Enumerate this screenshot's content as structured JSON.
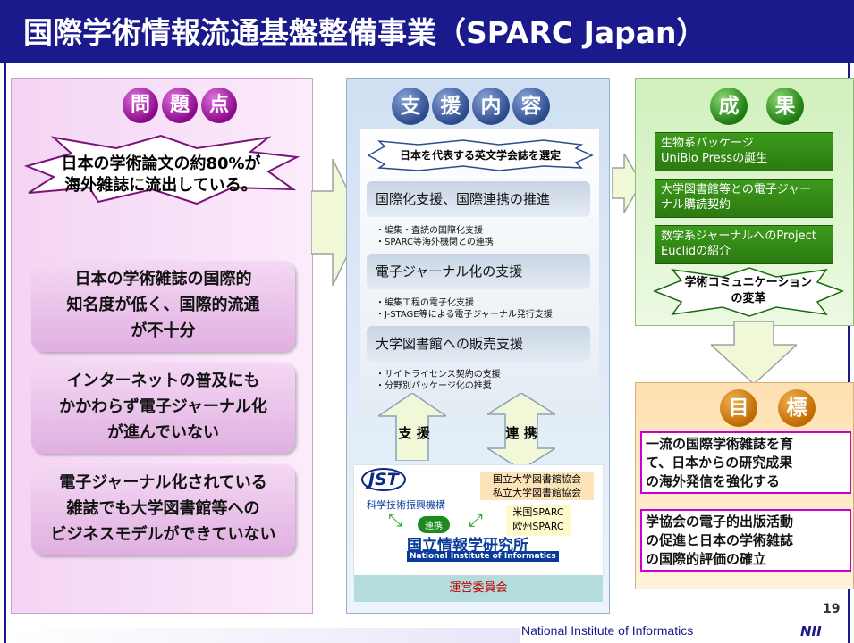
{
  "title": "国際学術情報流通基盤整備事業（SPARC Japan）",
  "problems": {
    "heading": [
      "問",
      "題",
      "点"
    ],
    "star_lines": [
      "日本の学術論文の約80%が",
      "海外雑誌に流出している。"
    ],
    "boxes": [
      [
        "日本の学術雑誌の国際的",
        "知名度が低く、国際的流通",
        "が不十分"
      ],
      [
        "インターネットの普及にも",
        "かかわらず電子ジャーナル化",
        "が進んでいない"
      ],
      [
        "電子ジャーナル化されている",
        "雑誌でも大学図書館等への",
        "ビジネスモデルができていない"
      ]
    ]
  },
  "support": {
    "heading": [
      "支",
      "援",
      "内",
      "容"
    ],
    "banner": "日本を代表する英文学会誌を選定",
    "sections": [
      {
        "label": "国際化支援、国際連携の推進",
        "notes": [
          "・編集・査読の国際化支援",
          "・SPARC等海外機関との連携"
        ]
      },
      {
        "label": "電子ジャーナル化の支援",
        "notes": [
          "・編集工程の電子化支援",
          "・J-STAGE等による電子ジャーナル発行支援"
        ]
      },
      {
        "label": "大学図書館への販売支援",
        "notes": [
          "・サイトライセンス契約の支援",
          "・分野別パッケージ化の推奨"
        ]
      }
    ],
    "arrow_support": "支 援",
    "arrow_collab": "連 携"
  },
  "organizations": {
    "jst_logo": "JST",
    "jst_name": "科学技術振興機構",
    "link_label": "連携",
    "nii_jp": "国立情報学研究所",
    "nii_en": "National Institute of Informatics",
    "libraries": [
      "国立大学図書館協会",
      "私立大学図書館協会"
    ],
    "sparc": [
      "米国SPARC",
      "欧州SPARC"
    ],
    "committee": "運営委員会"
  },
  "results": {
    "heading": [
      "成",
      "果"
    ],
    "items": [
      [
        "生物系パッケージ",
        "UniBio Pressの誕生"
      ],
      [
        "大学図書館等との電子ジャー",
        "ナル購読契約"
      ],
      [
        "数学系ジャーナルへのProject",
        "Euclidの紹介"
      ]
    ],
    "star_lines": [
      "学術コミュニケーション",
      "の変革"
    ]
  },
  "goals": {
    "heading": [
      "目",
      "標"
    ],
    "items": [
      [
        "一流の国際学術雑誌を育",
        "て、日本からの研究成果",
        "の海外発信を強化する"
      ],
      [
        "学協会の電子的出版活動",
        "の促進と日本の学術雑誌",
        "の国際的評価の確立"
      ]
    ]
  },
  "footer": {
    "page_number": "19",
    "org": "National Institute of Informatics",
    "logo": "NII"
  },
  "colors": {
    "title_bg": "#1a1a8c",
    "problem_panel": "#f4d4f4",
    "result_panel": "#d4f0c0",
    "goal_panel": "#fde4bc",
    "support_panel": "#dce8f4"
  }
}
